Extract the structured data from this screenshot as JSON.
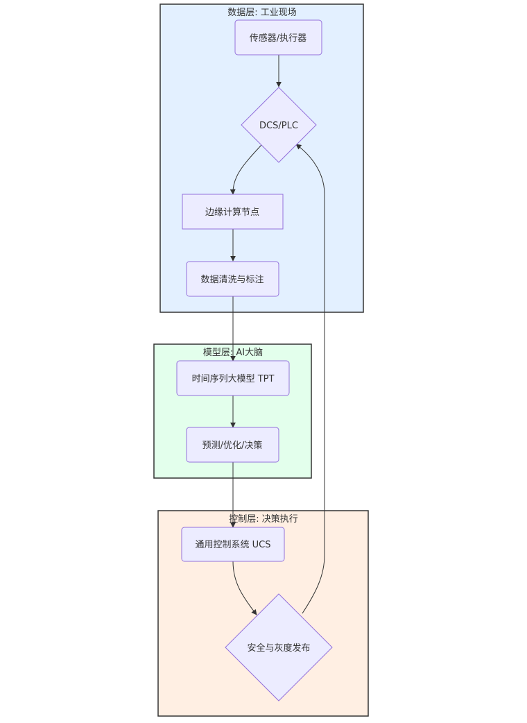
{
  "colors": {
    "data_cluster_fill": "#E3F0FF",
    "model_cluster_fill": "#E3FFEC",
    "control_cluster_fill": "#FFEFE3",
    "cluster_border": "#333333",
    "node_fill": "#ECECFF",
    "node_border": "#9370DB",
    "edge": "#333333",
    "text": "#333333"
  },
  "clusters": {
    "data": {
      "title": "数据层: 工业现场"
    },
    "model": {
      "title": "模型层: AI大脑"
    },
    "control": {
      "title": "控制层: 决策执行"
    }
  },
  "nodes": {
    "sensors": "传感器/执行器",
    "dcs": "DCS/PLC",
    "edge_node": "边缘计算节点",
    "cleaning": "数据清洗与标注",
    "tpt": "时间序列大模型 TPT",
    "predict": "预测/优化/决策",
    "ucs": "通用控制系统 UCS",
    "safety": "安全与灰度发布"
  },
  "edges": [
    {
      "from": "sensors",
      "to": "dcs"
    },
    {
      "from": "dcs",
      "to": "edge_node"
    },
    {
      "from": "edge_node",
      "to": "cleaning"
    },
    {
      "from": "cleaning",
      "to": "tpt"
    },
    {
      "from": "tpt",
      "to": "predict"
    },
    {
      "from": "predict",
      "to": "ucs"
    },
    {
      "from": "ucs",
      "to": "safety"
    },
    {
      "from": "safety",
      "to": "dcs"
    }
  ]
}
